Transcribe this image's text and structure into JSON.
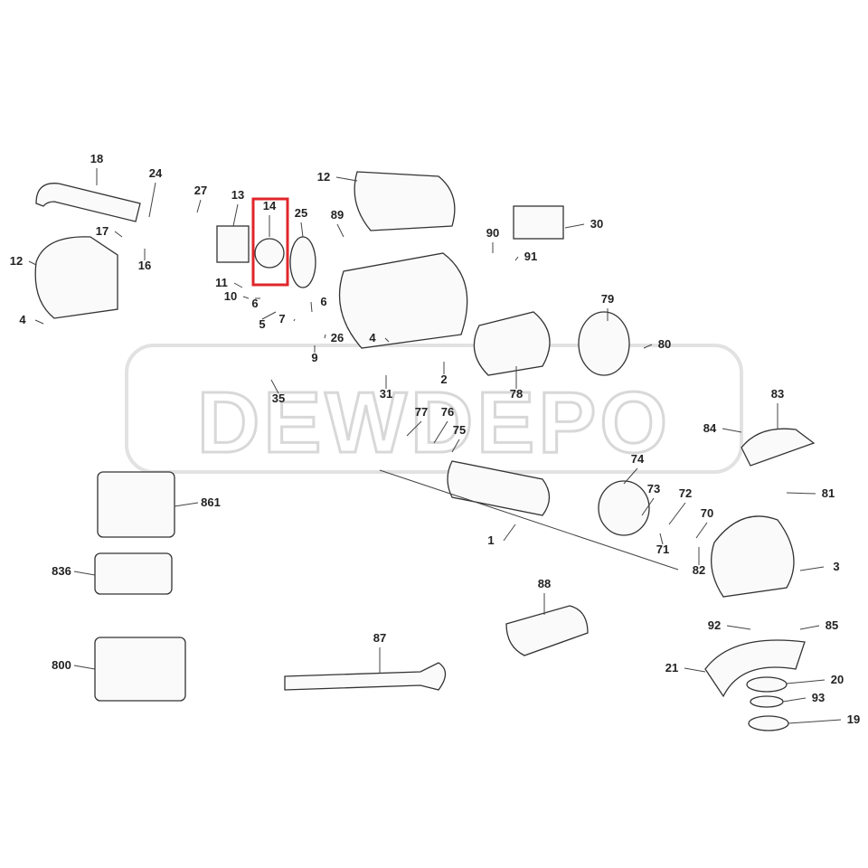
{
  "diagram": {
    "watermark": "DEWDEPO",
    "highlighted_part": "14",
    "highlight_color": "#e0262b",
    "part_labels": [
      "18",
      "24",
      "27",
      "13",
      "14",
      "25",
      "12",
      "89",
      "30",
      "90",
      "91",
      "12",
      "17",
      "16",
      "11",
      "10",
      "6",
      "6",
      "5",
      "7",
      "26",
      "9",
      "4",
      "4",
      "79",
      "80",
      "35",
      "31",
      "2",
      "78",
      "77",
      "76",
      "75",
      "83",
      "84",
      "74",
      "73",
      "72",
      "70",
      "81",
      "861",
      "1",
      "71",
      "82",
      "3",
      "836",
      "88",
      "92",
      "85",
      "800",
      "87",
      "21",
      "20",
      "93",
      "19"
    ]
  }
}
